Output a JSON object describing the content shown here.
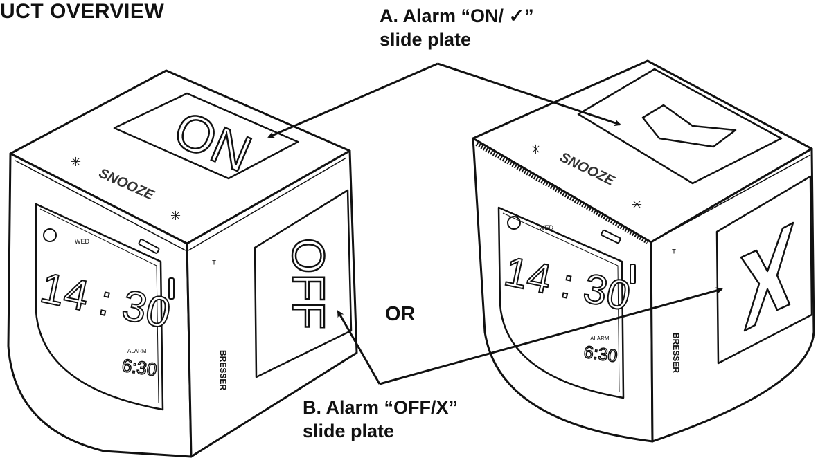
{
  "heading": "UCT OVERVIEW",
  "label_a": {
    "line1": "A. Alarm “ON/ ✓”",
    "line2": "slide plate"
  },
  "label_b": {
    "line1": "B. Alarm “OFF/X”",
    "line2": "slide plate"
  },
  "or_text": "OR",
  "left_clock": {
    "top_plate_text": "ON",
    "side_plate_text": "OFF",
    "snooze_text": "SNOOZE",
    "time": "14 : 30",
    "alarm_time": "6:30",
    "alarm_label": "ALARM",
    "day": "WED",
    "brand": "BRESSER"
  },
  "right_clock": {
    "top_plate_symbol": "check-mark",
    "side_plate_symbol": "x-mark",
    "snooze_text": "SNOOZE",
    "time": "14 : 30",
    "alarm_time": "6:30",
    "alarm_label": "ALARM",
    "day": "WED",
    "brand": "BRESSER"
  }
}
